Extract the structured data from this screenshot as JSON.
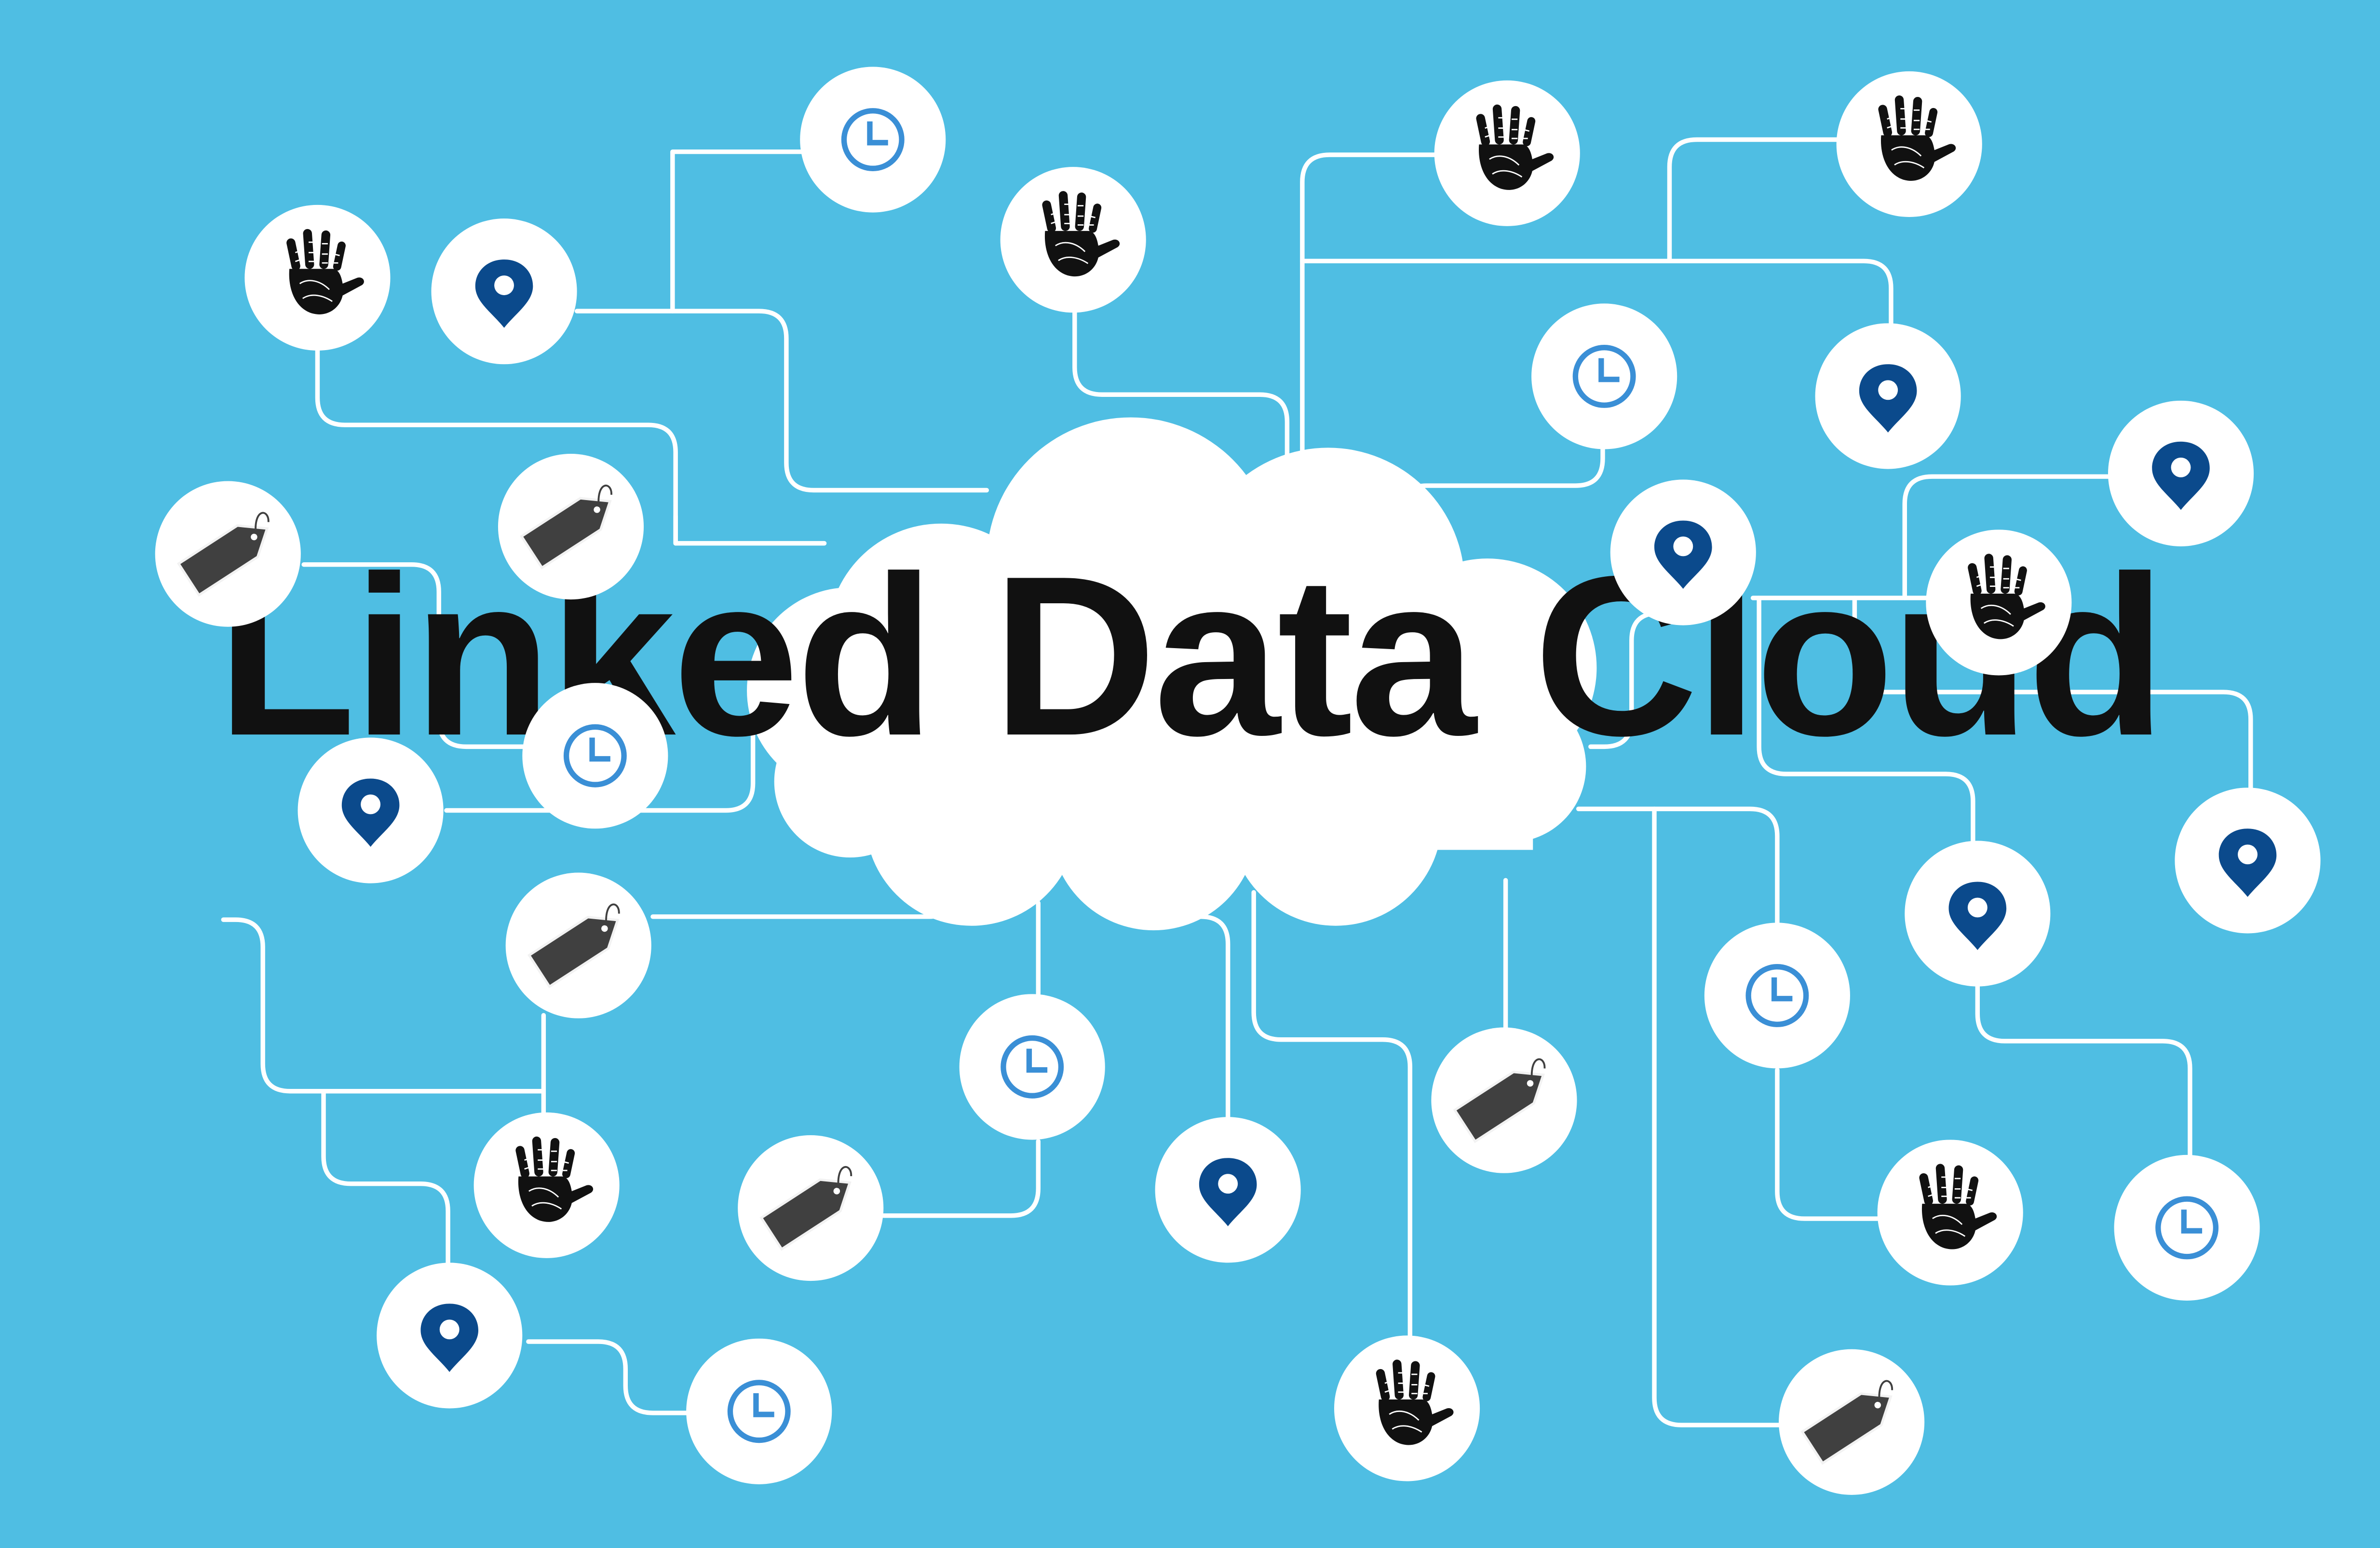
{
  "title": "Linked Data Cloud",
  "colors": {
    "background": "#4fbee3",
    "cloud": "#ffffff",
    "connector": "#ffffff",
    "node": "#ffffff",
    "pin": "#0b4a8c",
    "clock": "#3a8fd6",
    "tag": "#404040",
    "hand": "#111111"
  },
  "nodes": [
    {
      "id": "n1",
      "icon": "clock-icon"
    },
    {
      "id": "n2",
      "icon": "hand-icon"
    },
    {
      "id": "n3",
      "icon": "hand-icon"
    },
    {
      "id": "n4",
      "icon": "hand-icon"
    },
    {
      "id": "n5",
      "icon": "hand-icon"
    },
    {
      "id": "n6",
      "icon": "location-pin-icon"
    },
    {
      "id": "n7",
      "icon": "clock-icon"
    },
    {
      "id": "n8",
      "icon": "location-pin-icon"
    },
    {
      "id": "n9",
      "icon": "tag-icon"
    },
    {
      "id": "n10",
      "icon": "tag-icon"
    },
    {
      "id": "n11",
      "icon": "location-pin-icon"
    },
    {
      "id": "n12",
      "icon": "location-pin-icon"
    },
    {
      "id": "n13",
      "icon": "hand-icon"
    },
    {
      "id": "n14",
      "icon": "clock-icon"
    },
    {
      "id": "n15",
      "icon": "location-pin-icon"
    },
    {
      "id": "n16",
      "icon": "location-pin-icon"
    },
    {
      "id": "n17",
      "icon": "location-pin-icon"
    },
    {
      "id": "n18",
      "icon": "tag-icon"
    },
    {
      "id": "n19",
      "icon": "clock-icon"
    },
    {
      "id": "n20",
      "icon": "clock-icon"
    },
    {
      "id": "n21",
      "icon": "tag-icon"
    },
    {
      "id": "n22",
      "icon": "hand-icon"
    },
    {
      "id": "n23",
      "icon": "tag-icon"
    },
    {
      "id": "n24",
      "icon": "location-pin-icon"
    },
    {
      "id": "n25",
      "icon": "hand-icon"
    },
    {
      "id": "n26",
      "icon": "clock-icon"
    },
    {
      "id": "n27",
      "icon": "location-pin-icon"
    },
    {
      "id": "n28",
      "icon": "clock-icon"
    },
    {
      "id": "n29",
      "icon": "hand-icon"
    },
    {
      "id": "n30",
      "icon": "tag-icon"
    }
  ]
}
